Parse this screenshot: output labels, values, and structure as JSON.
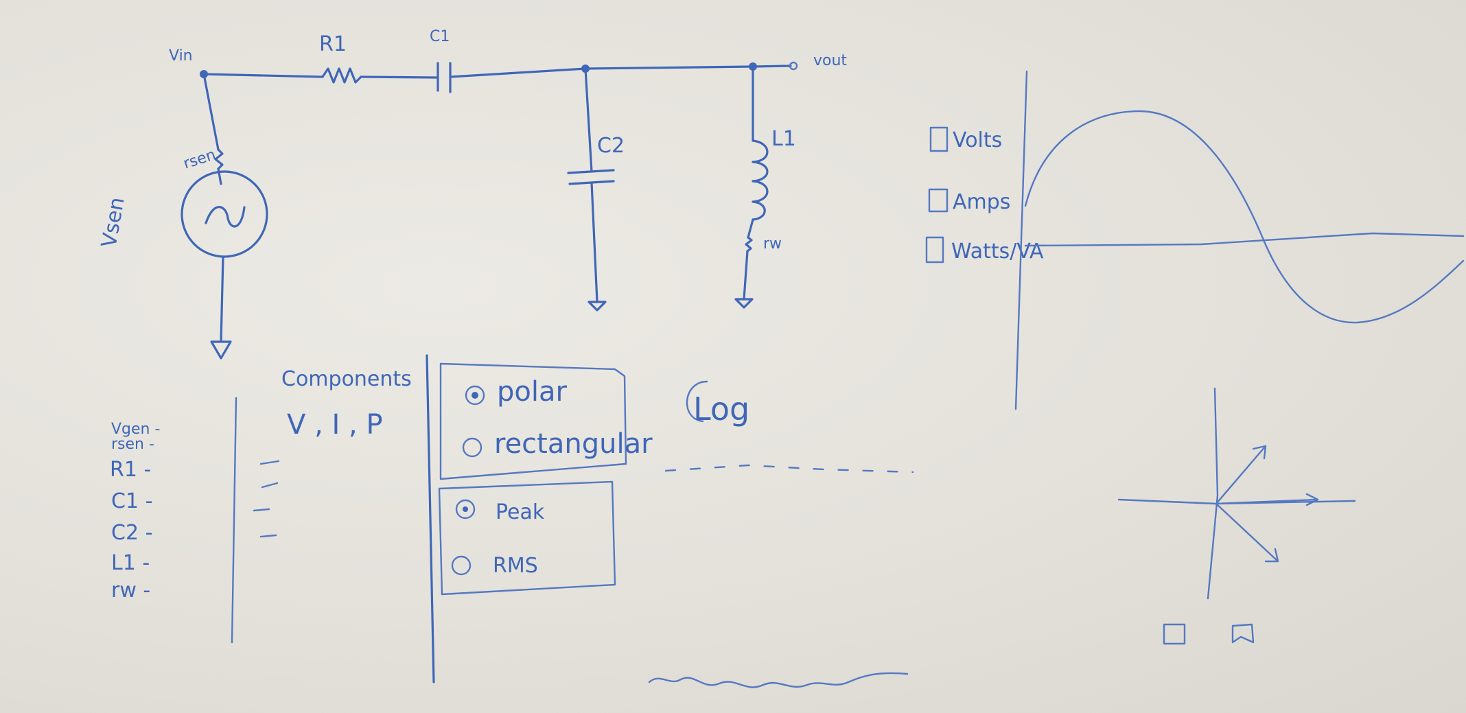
{
  "circuit": {
    "vin": "Vin",
    "vout": "vout",
    "r1": "R1",
    "c1": "C1",
    "c2": "C2",
    "l1": "L1",
    "rw": "rw",
    "rsen": "rsen",
    "vsen": "Vsen"
  },
  "components": {
    "heading": "Components",
    "columns": "V , I , P",
    "rows": [
      "Vgen -",
      "rsen -",
      "R1 -",
      "C1 -",
      "C2 -",
      "L1 -",
      "rw -"
    ]
  },
  "format_group": {
    "options": [
      {
        "label": "polar",
        "selected": true
      },
      {
        "label": "rectangular",
        "selected": false
      }
    ]
  },
  "measure_group": {
    "options": [
      {
        "label": "Peak",
        "selected": true
      },
      {
        "label": "RMS",
        "selected": false
      }
    ]
  },
  "log_label": "Log",
  "scope": {
    "checkboxes": [
      {
        "label": "Volts",
        "checked": false
      },
      {
        "label": "Amps",
        "checked": false
      },
      {
        "label": "Watts/VA",
        "checked": false
      }
    ]
  },
  "colors": {
    "ink": "#3f66b8",
    "board": "#e6e4dd"
  }
}
